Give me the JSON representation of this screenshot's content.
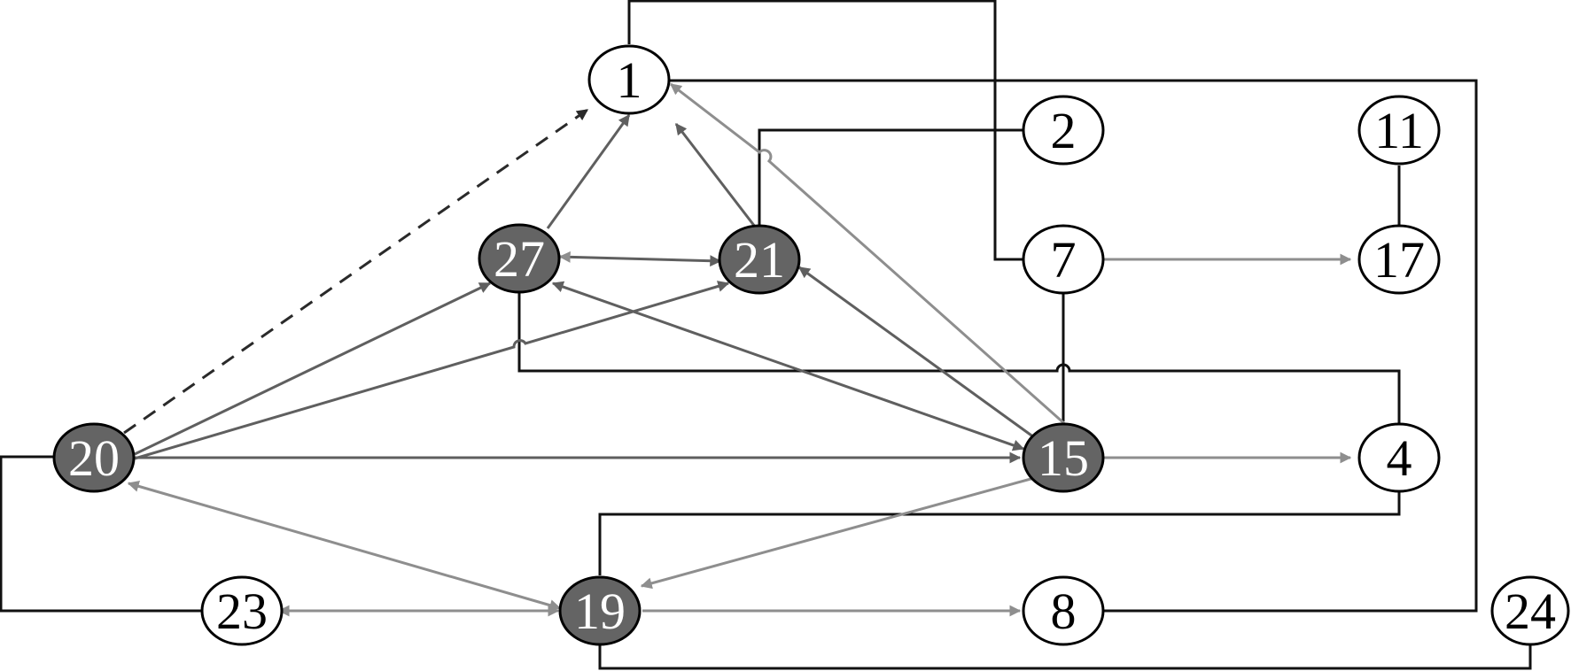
{
  "colors": {
    "background": "#ffffff",
    "node_fill_light": "#ffffff",
    "node_fill_dark": "#646464",
    "node_stroke": "#000000",
    "label_dark_text": "#000000",
    "label_light_text": "#ffffff",
    "line_black": "#111111",
    "arrow_dark": "#2a2a2a",
    "arrow_mid": "#5f5f5f",
    "arrow_light": "#8e8e8e"
  },
  "nodes": [
    {
      "id": "n1",
      "label": "1",
      "style": "light"
    },
    {
      "id": "n2",
      "label": "2",
      "style": "light"
    },
    {
      "id": "n11",
      "label": "11",
      "style": "light"
    },
    {
      "id": "n27",
      "label": "27",
      "style": "dark"
    },
    {
      "id": "n21",
      "label": "21",
      "style": "dark"
    },
    {
      "id": "n7",
      "label": "7",
      "style": "light"
    },
    {
      "id": "n17",
      "label": "17",
      "style": "light"
    },
    {
      "id": "n20",
      "label": "20",
      "style": "dark"
    },
    {
      "id": "n15",
      "label": "15",
      "style": "dark"
    },
    {
      "id": "n4",
      "label": "4",
      "style": "light"
    },
    {
      "id": "n23",
      "label": "23",
      "style": "light"
    },
    {
      "id": "n19",
      "label": "19",
      "style": "dark"
    },
    {
      "id": "n8",
      "label": "8",
      "style": "light"
    },
    {
      "id": "n24",
      "label": "24",
      "style": "light"
    }
  ],
  "edges": [
    {
      "id": "e1",
      "from": "20",
      "to": "1",
      "tone": "dark",
      "dashed": true,
      "arrow": "end"
    },
    {
      "id": "e2",
      "from": "27",
      "to": "1",
      "tone": "mid",
      "dashed": false,
      "arrow": "end"
    },
    {
      "id": "e3",
      "from": "21",
      "to": "1",
      "tone": "mid",
      "dashed": false,
      "arrow": "end"
    },
    {
      "id": "e4",
      "from": "15",
      "to": "1",
      "tone": "light",
      "dashed": false,
      "arrow": "end"
    },
    {
      "id": "e5",
      "from": "27",
      "to": "21",
      "tone": "mid",
      "dashed": false,
      "arrow": "both"
    },
    {
      "id": "e6",
      "from": "20",
      "to": "27",
      "tone": "mid",
      "dashed": false,
      "arrow": "end"
    },
    {
      "id": "e7",
      "from": "20",
      "to": "21",
      "tone": "mid",
      "dashed": false,
      "arrow": "end"
    },
    {
      "id": "e8",
      "from": "20",
      "to": "15",
      "tone": "mid",
      "dashed": false,
      "arrow": "end"
    },
    {
      "id": "e9",
      "from": "15",
      "to": "21",
      "tone": "mid",
      "dashed": false,
      "arrow": "end"
    },
    {
      "id": "e10",
      "from": "27",
      "to": "15",
      "tone": "mid",
      "dashed": false,
      "arrow": "both"
    },
    {
      "id": "e11",
      "from": "15",
      "to": "4",
      "tone": "light",
      "dashed": false,
      "arrow": "end"
    },
    {
      "id": "e12",
      "from": "15",
      "to": "19",
      "tone": "light",
      "dashed": false,
      "arrow": "end"
    },
    {
      "id": "e13",
      "from": "20",
      "to": "19",
      "tone": "light",
      "dashed": false,
      "arrow": "both"
    },
    {
      "id": "e14",
      "from": "19",
      "to": "23",
      "tone": "light",
      "dashed": false,
      "arrow": "both"
    },
    {
      "id": "e15",
      "from": "19",
      "to": "8",
      "tone": "light",
      "dashed": false,
      "arrow": "end"
    },
    {
      "id": "e16",
      "from": "7",
      "to": "17",
      "tone": "light",
      "dashed": false,
      "arrow": "end"
    },
    {
      "id": "c1",
      "from": "1",
      "to": "7",
      "tone": "black",
      "dashed": false,
      "arrow": "none"
    },
    {
      "id": "c2",
      "from": "1",
      "to": "8",
      "tone": "black",
      "dashed": false,
      "arrow": "none"
    },
    {
      "id": "c3",
      "from": "21",
      "to": "2",
      "tone": "black",
      "dashed": false,
      "arrow": "none"
    },
    {
      "id": "c4",
      "from": "11",
      "to": "17",
      "tone": "black",
      "dashed": false,
      "arrow": "none"
    },
    {
      "id": "c5",
      "from": "7",
      "to": "15",
      "tone": "black",
      "dashed": false,
      "arrow": "none"
    },
    {
      "id": "c6",
      "from": "27",
      "to": "4",
      "tone": "black",
      "dashed": false,
      "arrow": "none"
    },
    {
      "id": "c7",
      "from": "4",
      "to": "19",
      "tone": "black",
      "dashed": false,
      "arrow": "none"
    },
    {
      "id": "c8",
      "from": "19",
      "to": "24",
      "tone": "black",
      "dashed": false,
      "arrow": "none"
    },
    {
      "id": "c9",
      "from": "20",
      "to": "23",
      "tone": "black",
      "dashed": false,
      "arrow": "none"
    }
  ]
}
